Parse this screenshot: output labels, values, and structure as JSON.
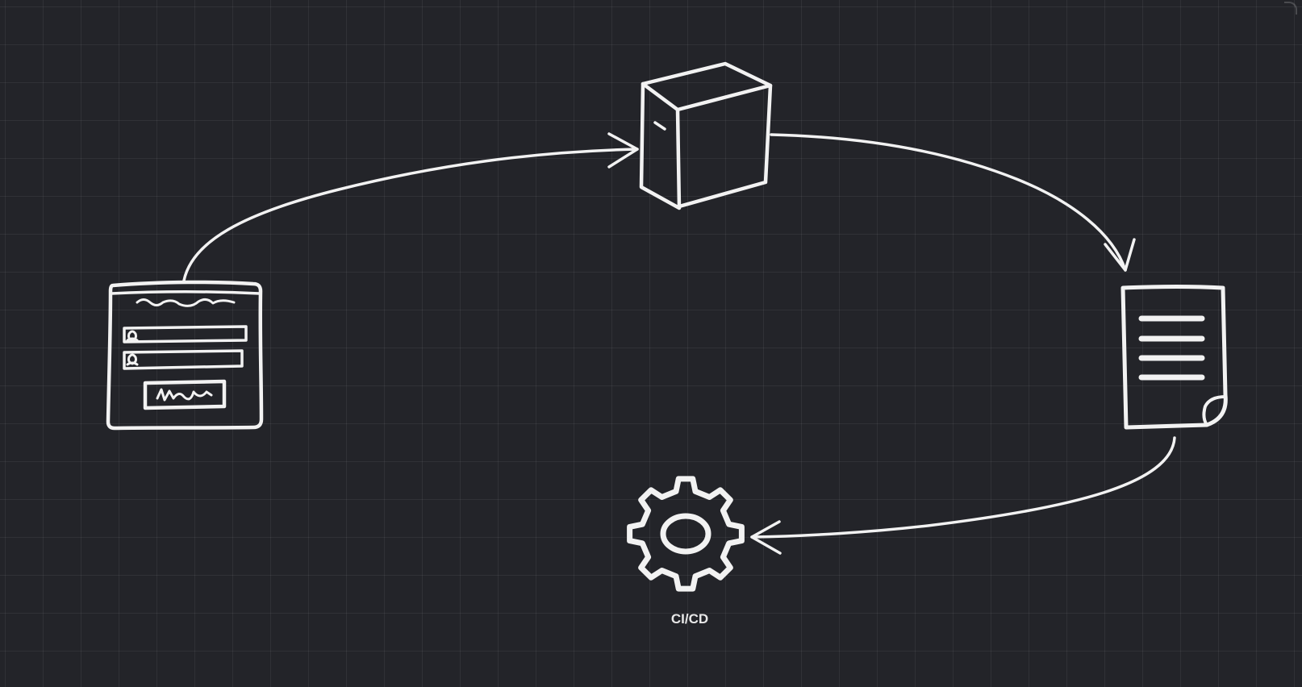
{
  "canvas": {
    "background_color": "#232429",
    "grid": true,
    "stroke_color": "#f2f2f2"
  },
  "nodes": [
    {
      "id": "login-form",
      "icon": "login-form-icon",
      "label": ""
    },
    {
      "id": "server-box",
      "icon": "cube-icon",
      "label": ""
    },
    {
      "id": "document",
      "icon": "document-icon",
      "label": ""
    },
    {
      "id": "cicd",
      "icon": "gear-icon",
      "label": "CI/CD"
    }
  ],
  "edges": [
    {
      "from": "login-form",
      "to": "server-box"
    },
    {
      "from": "server-box",
      "to": "document"
    },
    {
      "from": "document",
      "to": "cicd"
    }
  ]
}
